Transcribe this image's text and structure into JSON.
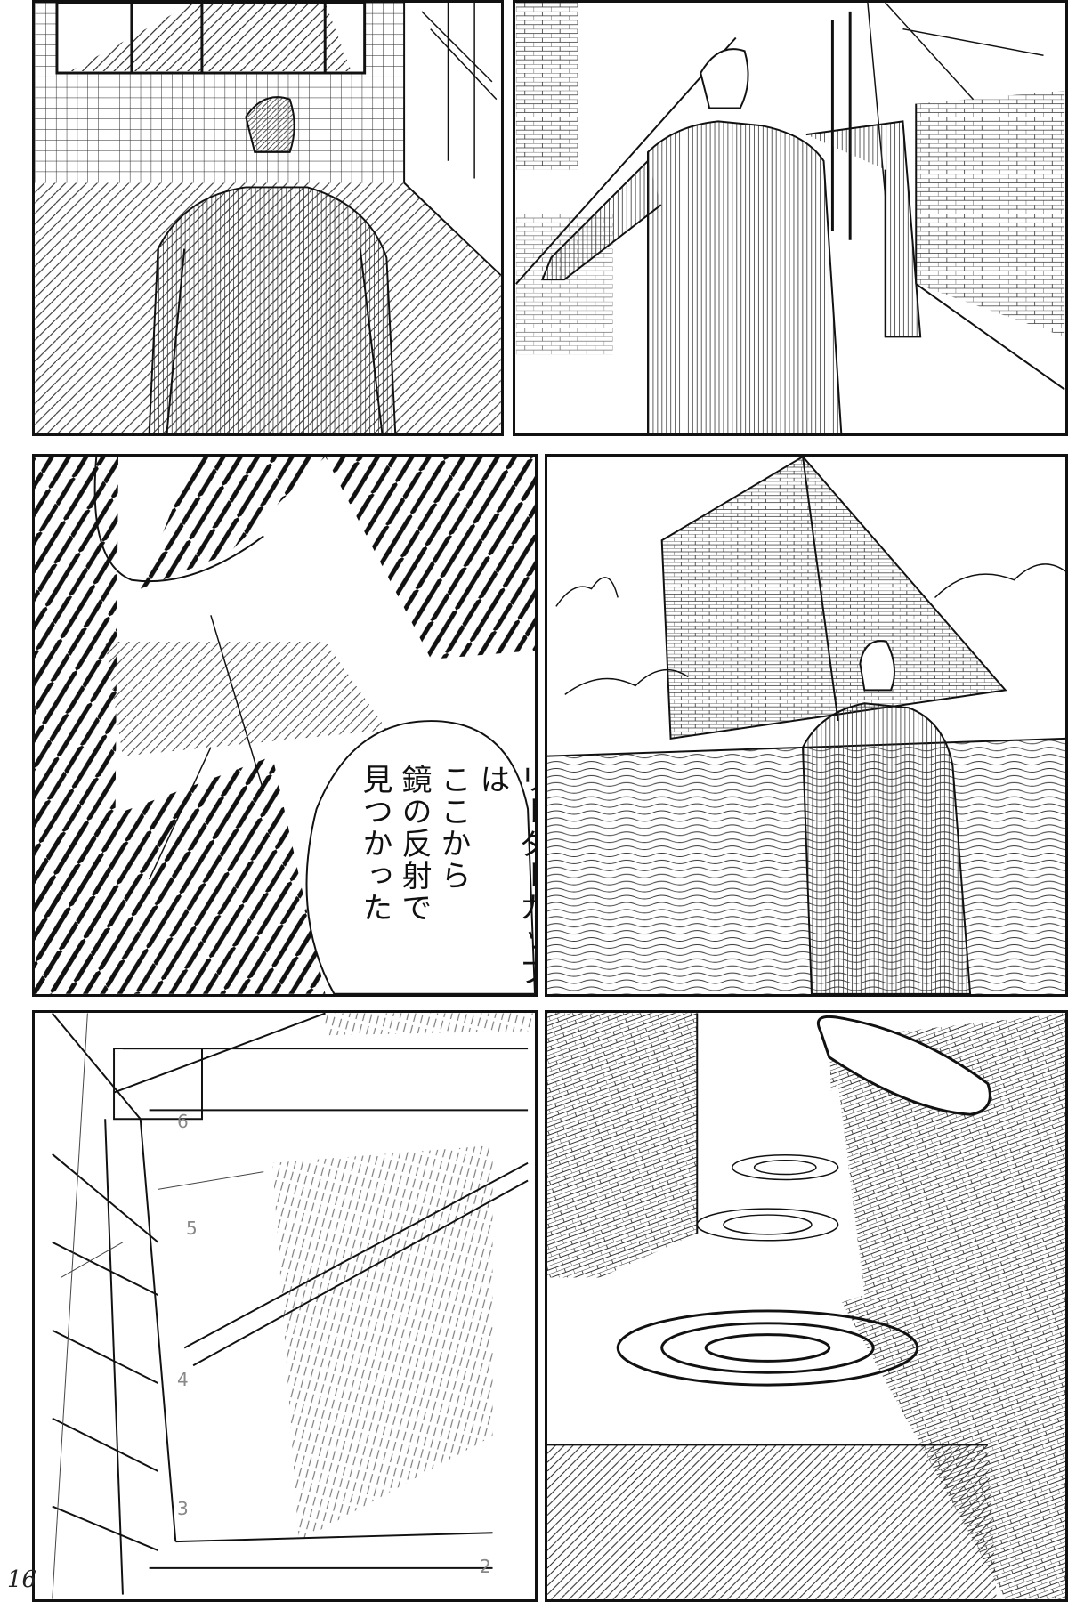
{
  "page": {
    "page_number": "16"
  },
  "panels": [
    {
      "id": "p1"
    },
    {
      "id": "p2"
    },
    {
      "id": "p3",
      "balloon": {
        "lines": [
          "リーダーカップは",
          "ここから",
          "鏡の反射で",
          "見つかった"
        ]
      }
    },
    {
      "id": "p4"
    },
    {
      "id": "p5",
      "sketch_numbers": [
        "6",
        "5",
        "4",
        "3",
        "2"
      ]
    },
    {
      "id": "p6"
    }
  ],
  "colors": {
    "ink": "#111111",
    "paper": "#ffffff"
  }
}
